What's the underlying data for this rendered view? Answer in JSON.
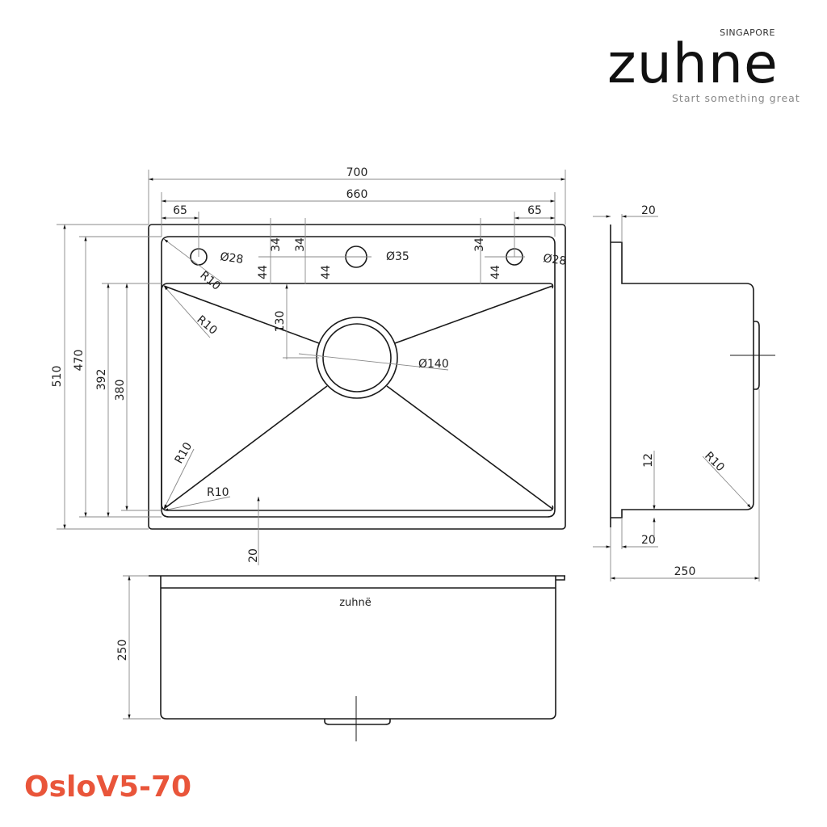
{
  "brand": {
    "region": "SINGAPORE",
    "name": "zuhne",
    "tagline": "Start something great",
    "product_mark": "zuhnë"
  },
  "model": "OsloV5-70",
  "colors": {
    "model_text": "#e9553a",
    "line": "#1a1a1a",
    "dimension": "#888888"
  },
  "top_view": {
    "overall_width": "700",
    "inner_width": "660",
    "left_offset": "65",
    "right_offset": "65",
    "overall_depth": "510",
    "rim_depth": "470",
    "basin_outer_depth": "392",
    "basin_depth": "380",
    "hole_left_dia": "Ø28",
    "hole_center_dia": "Ø35",
    "hole_right_dia": "Ø28",
    "hole_top_offset": [
      "34",
      "34",
      "34"
    ],
    "hole_bottom_offset": [
      "44",
      "44",
      "44"
    ],
    "drain_offset": "130",
    "drain_dia": "Ø140",
    "flange": "20",
    "radii": [
      "R10",
      "R10",
      "R10",
      "R10"
    ]
  },
  "side_view": {
    "top_flange": "20",
    "bottom_flange": "20",
    "bottom_step": "12",
    "radius": "R10",
    "depth": "250"
  },
  "front_view": {
    "depth": "250"
  }
}
